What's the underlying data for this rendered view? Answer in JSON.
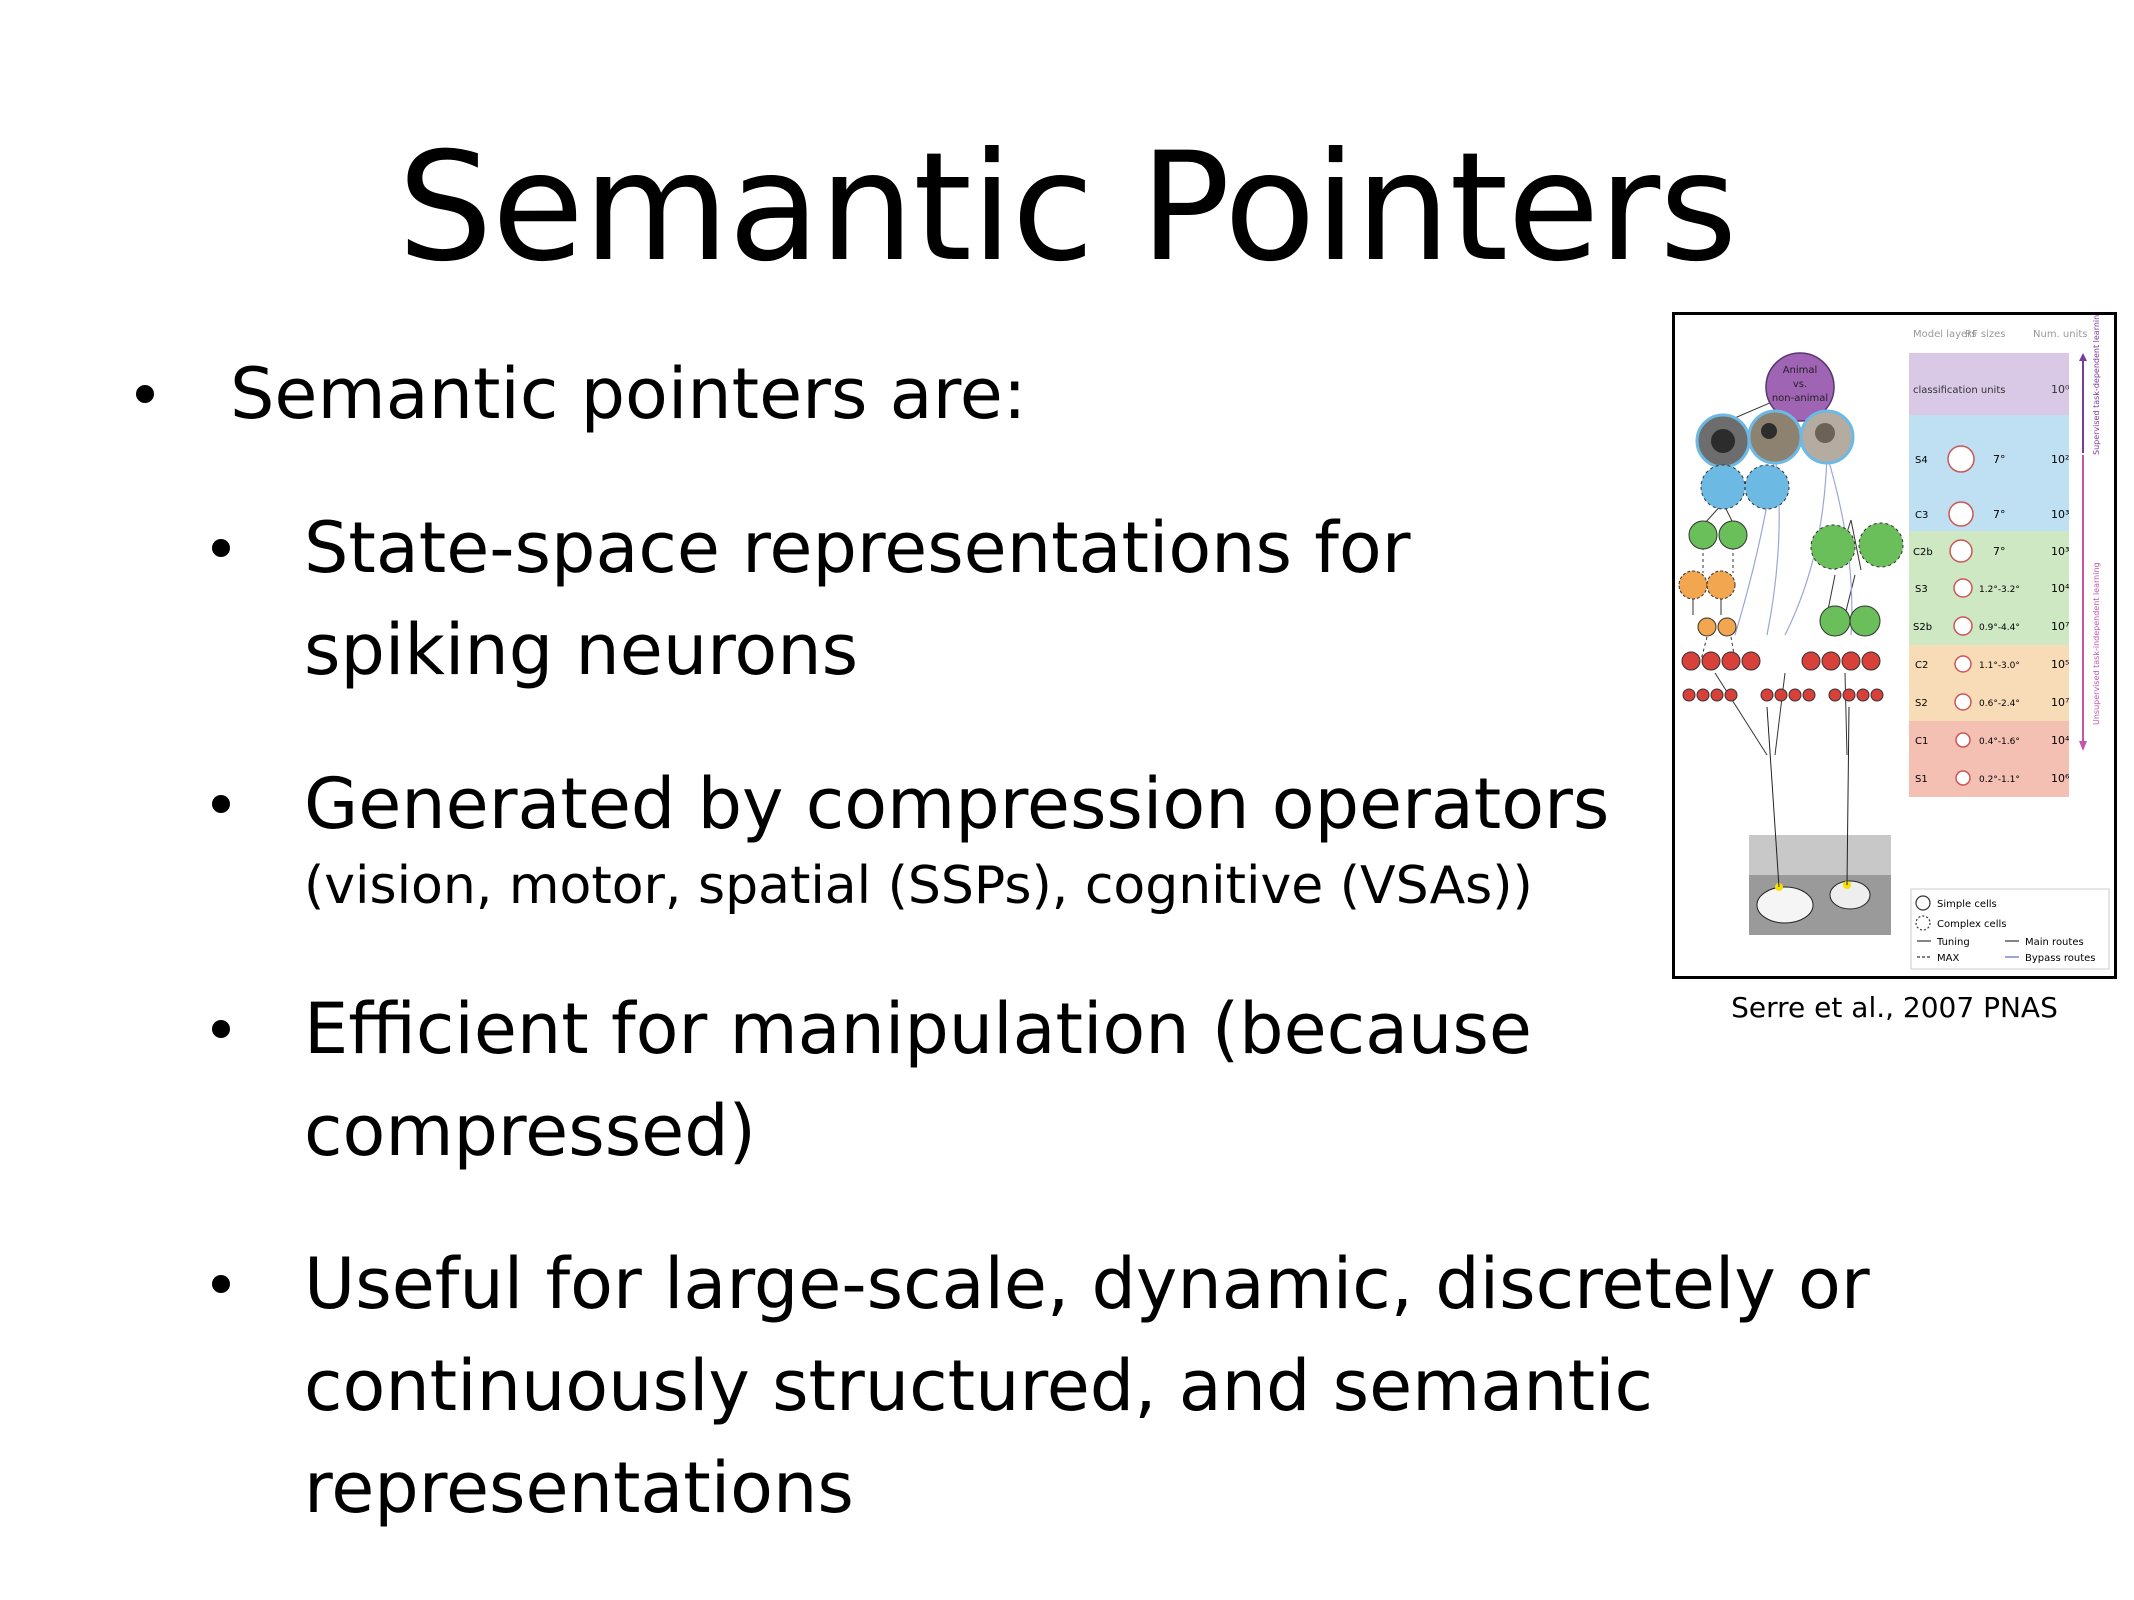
{
  "slide": {
    "title": "Semantic Pointers",
    "intro": "Semantic pointers are:",
    "points": [
      {
        "lines": [
          "State-space representations for",
          "spiking neurons"
        ]
      },
      {
        "lines": [
          "Generated by compression operators"
        ],
        "sub": "(vision, motor, spatial (SSPs), cognitive (VSAs))"
      },
      {
        "lines": [
          "Efficient for manipulation (because",
          "compressed)"
        ]
      },
      {
        "lines": [
          "Useful for large-scale, dynamic, discretely or",
          "continuously structured, and semantic",
          "representations"
        ]
      }
    ]
  },
  "figure": {
    "caption": "Serre et al., 2007 PNAS",
    "headers": [
      "Model layers",
      "RF sizes",
      "Num. units"
    ],
    "top_node": [
      "Animal",
      "vs.",
      "non-animal"
    ],
    "rows": [
      {
        "layer": "classification units",
        "rf": "",
        "num": "10⁰",
        "color": "#d9c8e6"
      },
      {
        "layer": "S4",
        "rf": "7°",
        "num": "10²",
        "color": "#bfe0f2"
      },
      {
        "layer": "C3",
        "rf": "7°",
        "num": "10³",
        "color": "#bfe0f2"
      },
      {
        "layer": "C2b",
        "rf": "7°",
        "num": "10³",
        "color": "#cfe8c4"
      },
      {
        "layer": "S3",
        "rf": "1.2°-3.2°",
        "num": "10⁴",
        "color": "#cfe8c4"
      },
      {
        "layer": "S2b",
        "rf": "0.9°-4.4°",
        "num": "10⁷",
        "color": "#cfe8c4"
      },
      {
        "layer": "C2",
        "rf": "1.1°-3.0°",
        "num": "10⁵",
        "color": "#f8dcb8"
      },
      {
        "layer": "S2",
        "rf": "0.6°-2.4°",
        "num": "10⁷",
        "color": "#f8dcb8"
      },
      {
        "layer": "C1",
        "rf": "0.4°-1.6°",
        "num": "10⁴",
        "color": "#f4c0b4"
      },
      {
        "layer": "S1",
        "rf": "0.2°-1.1°",
        "num": "10⁶",
        "color": "#f4c0b4"
      }
    ],
    "side_labels": [
      "Supervised task-dependent learning",
      "Unsupervised task-independent learning"
    ],
    "legend": {
      "simple": "Simple cells",
      "complex": "Complex cells",
      "tuning": "Tuning",
      "max": "MAX",
      "main": "Main routes",
      "bypass": "Bypass routes"
    },
    "colors": {
      "purple": "#a064b4",
      "blue": "#6cb9e3",
      "green": "#6abf5a",
      "orange": "#f2a650",
      "red": "#d8403a"
    }
  }
}
